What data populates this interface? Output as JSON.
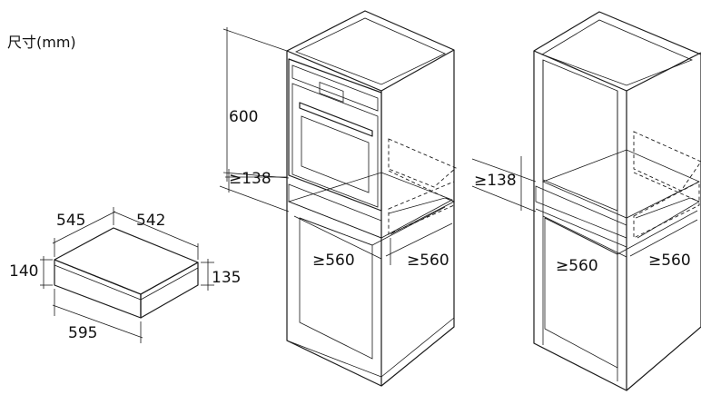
{
  "title": "尺寸(mm)",
  "drawer": {
    "width_top": "545",
    "depth_top": "542",
    "height_left": "140",
    "height_right": "135",
    "width_bottom": "595"
  },
  "cabinet_oven": {
    "height_oven": "600",
    "gap_bottom": "≥138",
    "depth_left": "≥560",
    "depth_right": "≥560"
  },
  "cabinet_empty": {
    "gap_bottom": "≥138",
    "depth_left": "≥560",
    "depth_right": "≥560"
  },
  "colors": {
    "line": "#1a1a1a",
    "drawer_fill": "#d9d9d9",
    "drawer_top": "#e6e6e6",
    "background": "#ffffff"
  }
}
